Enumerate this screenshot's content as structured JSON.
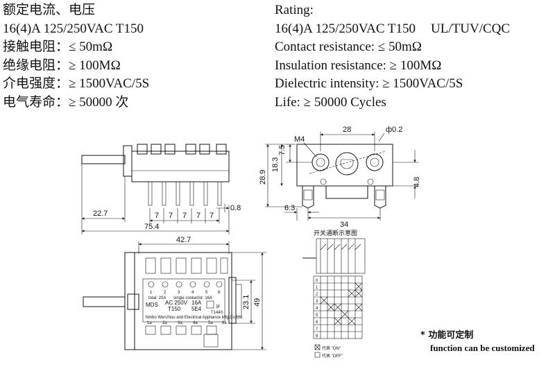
{
  "specs_cn": {
    "title": "额定电流、电压",
    "rating": "16(4)A 125/250VAC T150",
    "contact": "接触电阻：≤ 50mΩ",
    "insulation": "绝缘电阻：≥ 100MΩ",
    "dielectric": "介电强度：≥ 1500VAC/5S",
    "life": "电气寿命：≥ 50000 次"
  },
  "specs_en": {
    "title": "Rating:",
    "rating": "16(4)A 125/250VAC T150",
    "standards": "UL/TUV/CQC",
    "contact": "Contact resistance: ≤ 50mΩ",
    "insulation": "Insulation resistance: ≥ 100MΩ",
    "dielectric": "Dielectric intensity: ≥ 1500VAC/5S",
    "life": "Life: ≥ 50000 Cycles"
  },
  "side_view_dims": {
    "pitch": "7",
    "pin_thickness": "0.8",
    "shaft_length": "22.7",
    "total_length": "75.4"
  },
  "front_view_dims": {
    "width": "28",
    "hole": "ф0.2",
    "screw": "M4",
    "d1": "7.5",
    "d2": "18.3",
    "height": "28.9",
    "d3": "4.8",
    "offset": "6.3",
    "base_width": "34"
  },
  "top_view_dims": {
    "body_length": "42.7",
    "d_center": "23.1",
    "height": "49"
  },
  "label": {
    "total": "total: 20A",
    "single": "single contactor: 16A",
    "model": "MDS",
    "rating_line1": "AC 250V",
    "rating_line2": "T150",
    "current": "16A",
    "cycles": "5E4",
    "mark": "μ",
    "code": "T1440",
    "maker": "Ninbo Wenzhou and Electrical Appliance Mfg.Co.Ltd.",
    "pins_top": [
      "1",
      "2",
      "3",
      "4",
      "5",
      "6"
    ],
    "pins_bottom": [
      "1a",
      "2a",
      "3a",
      "4a",
      "5a",
      "6a"
    ]
  },
  "schematic": {
    "title": "开关通断示意图",
    "rows": [
      "0",
      "1",
      "2",
      "3",
      "4",
      "5",
      "6",
      "7",
      "8"
    ],
    "legend_on": "代表 \"ON\"",
    "legend_off": "代表 \"OFF\""
  },
  "customize": {
    "cn": "* 功能可定制",
    "en": "function can be customized"
  }
}
